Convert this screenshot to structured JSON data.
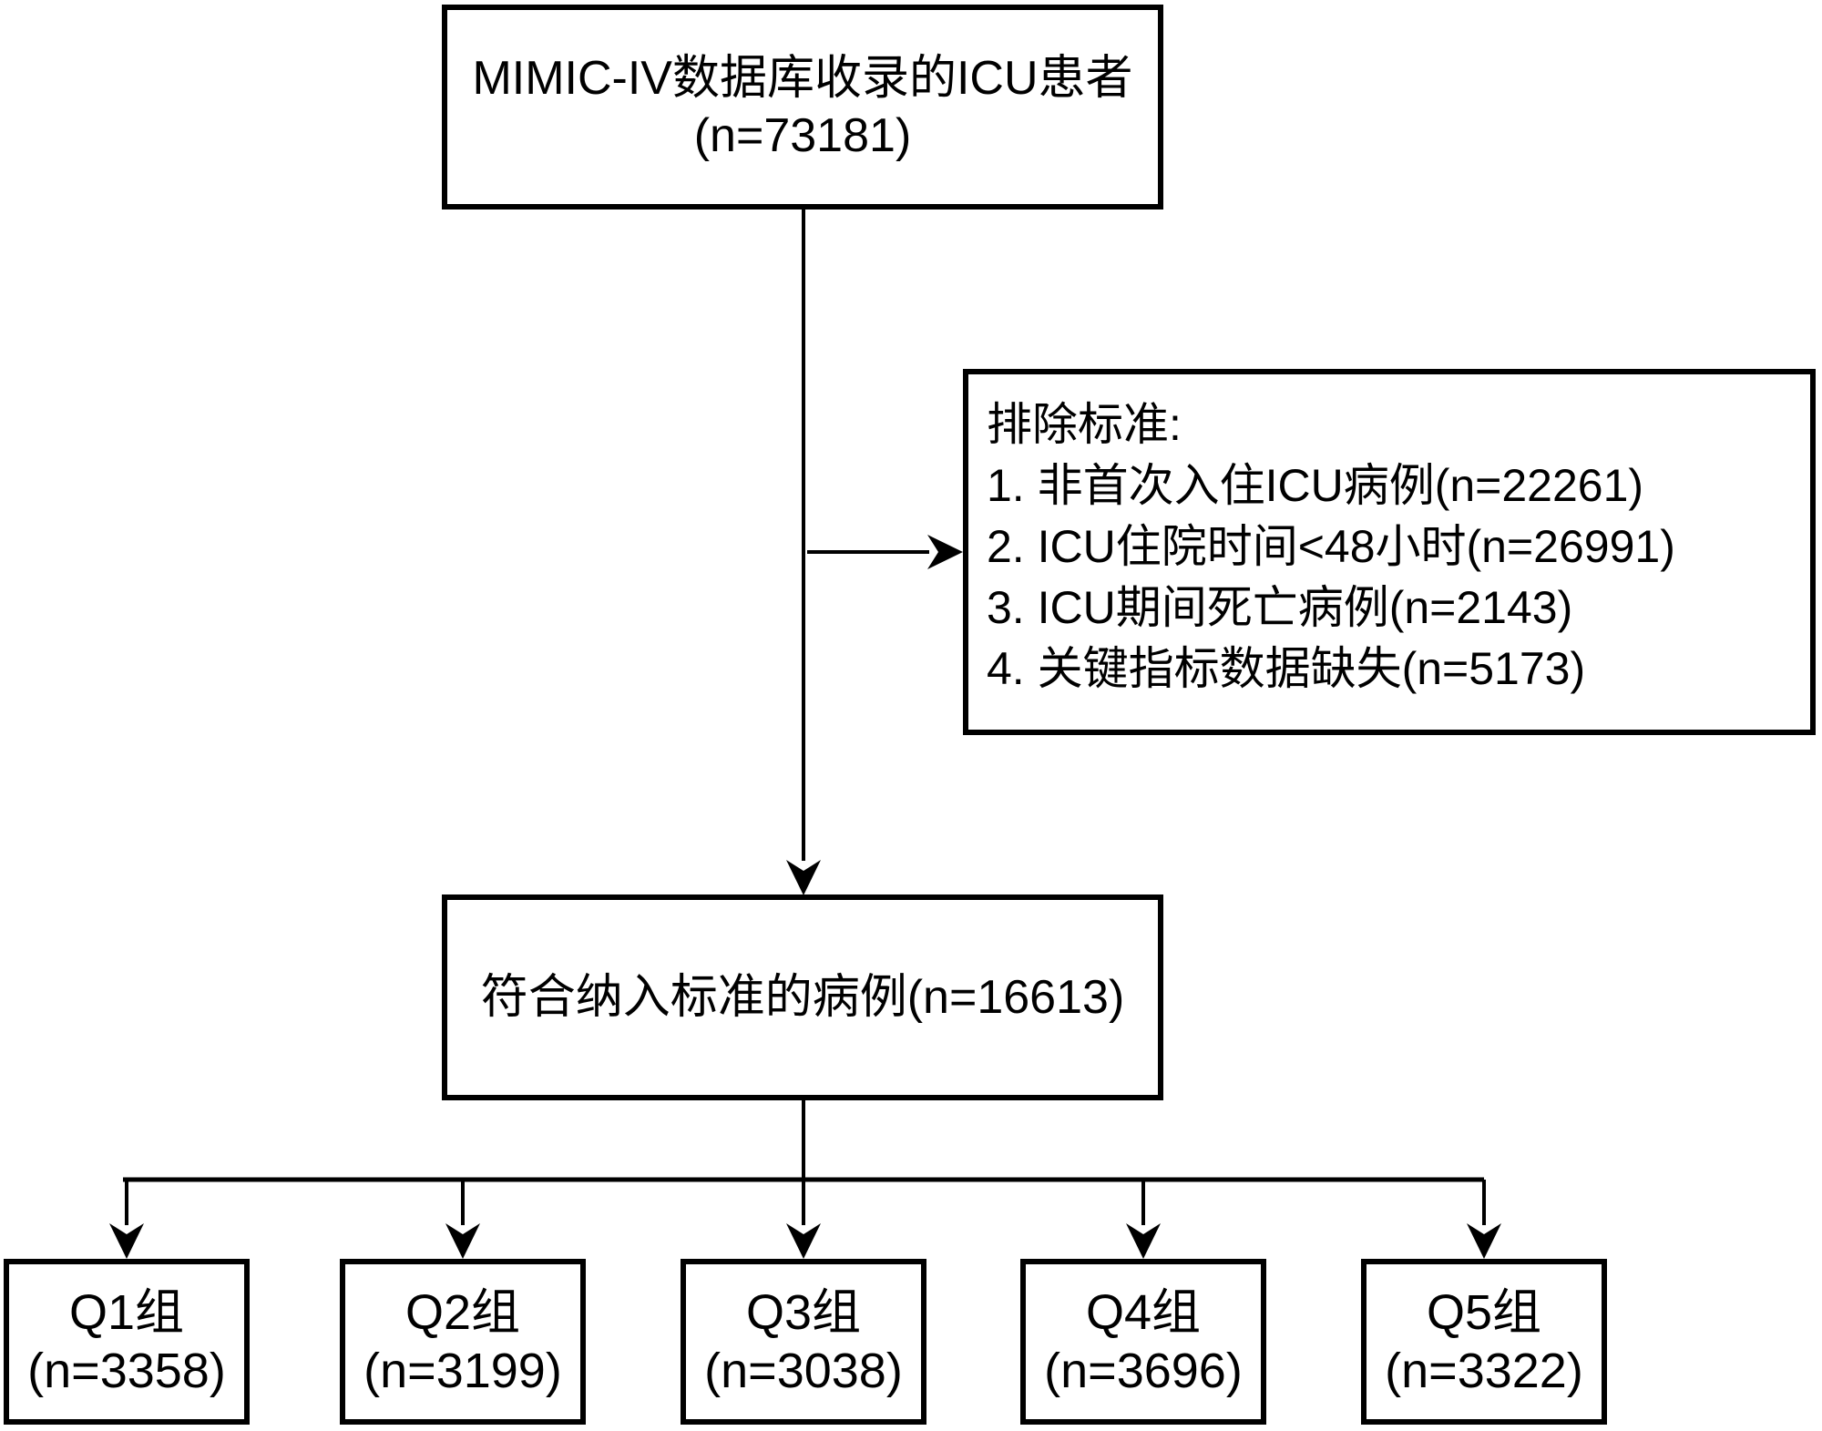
{
  "diagram": {
    "type": "flowchart",
    "source_box": {
      "title": "MIMIC-IV数据库收录的ICU患者",
      "count": "(n=73181)"
    },
    "exclusion_box": {
      "heading": "排除标准:",
      "items": [
        "1. 非首次入住ICU病例(n=22261)",
        "2. ICU住院时间<48小时(n=26991)",
        "3. ICU期间死亡病例(n=2143)",
        "4. 关键指标数据缺失(n=5173)"
      ]
    },
    "included_box": {
      "text": "符合纳入标准的病例(n=16613)"
    },
    "groups": [
      {
        "label": "Q1组",
        "count": "(n=3358)"
      },
      {
        "label": "Q2组",
        "count": "(n=3199)"
      },
      {
        "label": "Q3组",
        "count": "(n=3038)"
      },
      {
        "label": "Q4组",
        "count": "(n=3696)"
      },
      {
        "label": "Q5组",
        "count": "(n=3322)"
      }
    ],
    "colors": {
      "stroke": "#000000",
      "background": "#ffffff",
      "text": "#000000"
    }
  }
}
